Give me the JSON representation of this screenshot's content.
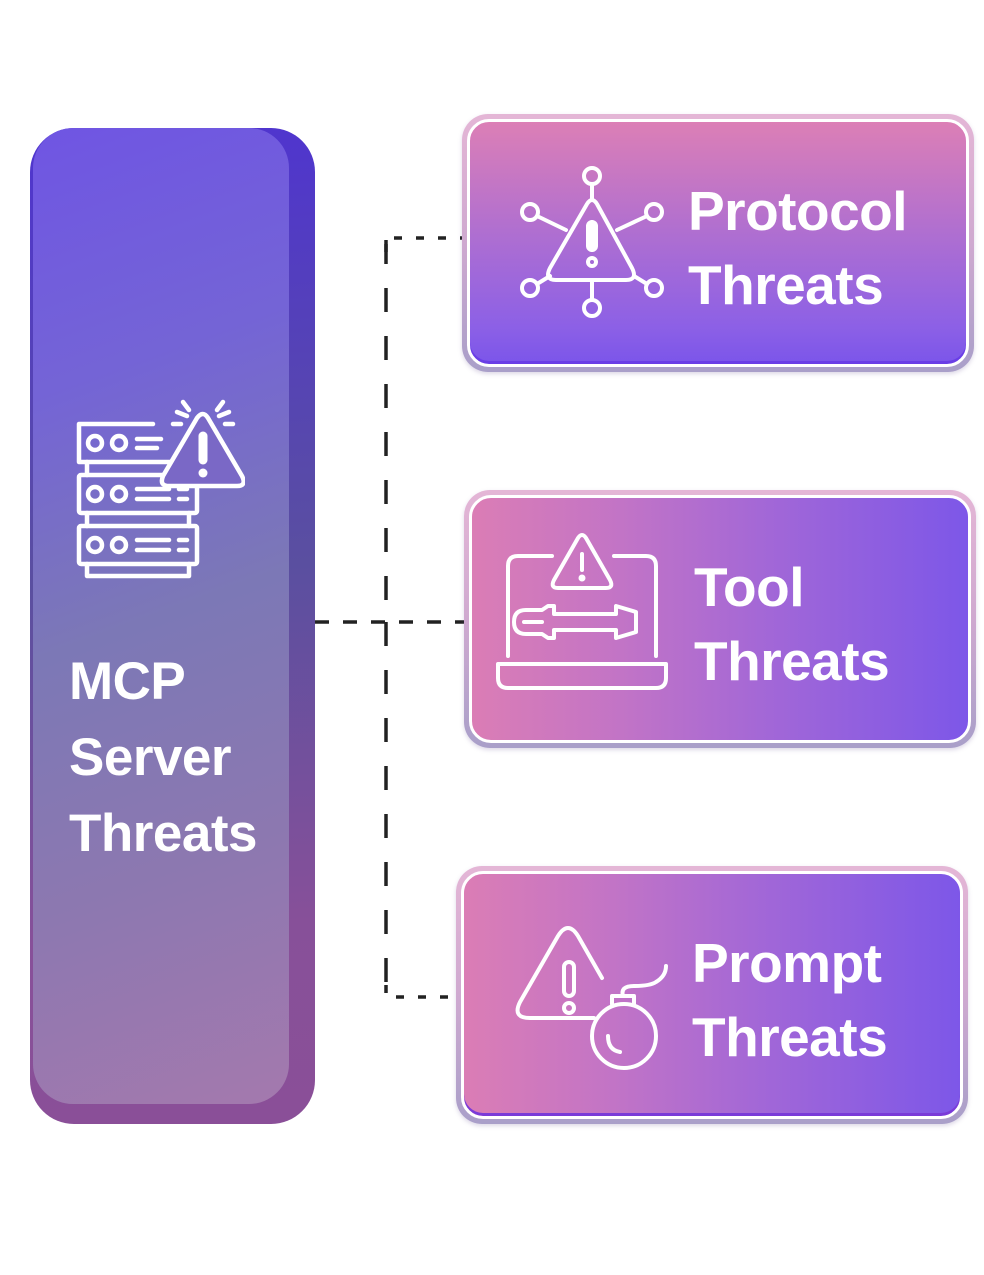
{
  "diagram": {
    "root": {
      "title_lines": [
        "MCP",
        "Server",
        "Threats"
      ],
      "icon": "server-warning-icon",
      "colors": {
        "gradient_start": "#6f55e3",
        "gradient_end": "#a479ae",
        "edge": "#4f34d0"
      }
    },
    "connector": {
      "style": "dashed",
      "color": "#222222"
    },
    "branches": [
      {
        "title_lines": [
          "Protocol",
          "Threats"
        ],
        "icon": "network-warning-icon"
      },
      {
        "title_lines": [
          "Tool",
          "Threats"
        ],
        "icon": "laptop-screwdriver-warning-icon"
      },
      {
        "title_lines": [
          "Prompt",
          "Threats"
        ],
        "icon": "warning-bomb-icon"
      }
    ],
    "branch_colors": {
      "pink": "#db7db5",
      "violet": "#7d57e8",
      "border": "#e4b6d6"
    }
  }
}
